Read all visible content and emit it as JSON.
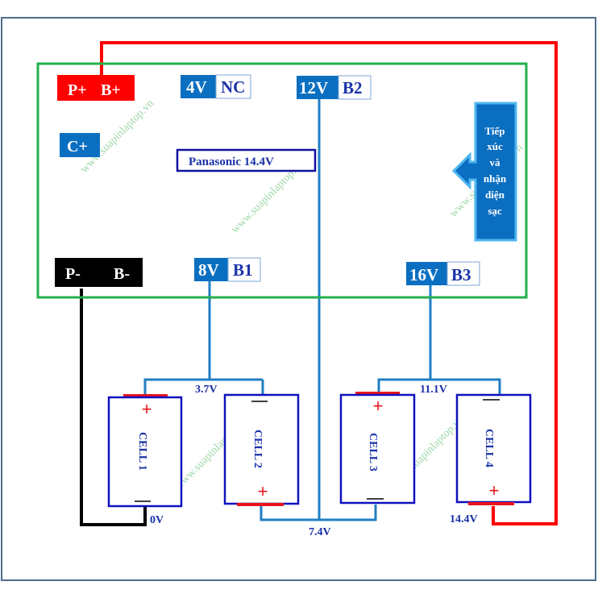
{
  "colors": {
    "frame": "#4F6B8F",
    "board": "#22B14C",
    "positive_wire": "#FF0000",
    "negative_wire": "#000000",
    "balance_wire": "#1F7FC4",
    "label_blue": "#0B6FC1",
    "label_text_dark": "#1A32A8",
    "cell_border": "#1010C0",
    "terminal": "#E8141C",
    "watermark": "#7CCB8A"
  },
  "board": {
    "pads": {
      "p_plus_b_plus": {
        "left": "P+",
        "right": "B+"
      },
      "p_minus_b_minus": {
        "left": "P-",
        "right": "B-"
      },
      "c_plus": "C+"
    },
    "taps": [
      {
        "voltage": "4V",
        "name": "NC"
      },
      {
        "voltage": "12V",
        "name": "B2"
      },
      {
        "voltage": "8V",
        "name": "B1"
      },
      {
        "voltage": "16V",
        "name": "B3"
      }
    ],
    "model_label": "Panasonic 14.4V",
    "charge_note": [
      "Tiếp",
      "xúc",
      "và",
      "nhận",
      "diện",
      "sạc"
    ]
  },
  "cells": [
    {
      "label": "CELL 1",
      "top_terminal": "+",
      "bottom_terminal": "−"
    },
    {
      "label": "CELL 2",
      "top_terminal": "−",
      "bottom_terminal": "+"
    },
    {
      "label": "CELL 3",
      "top_terminal": "+",
      "bottom_terminal": "−"
    },
    {
      "label": "CELL 4",
      "top_terminal": "−",
      "bottom_terminal": "+"
    }
  ],
  "node_voltages": {
    "v0": "0V",
    "v1": "3.7V",
    "v2": "7.4V",
    "v3": "11.1V",
    "v4": "14.4V"
  },
  "watermark": "www.suapinlaptop.vn"
}
